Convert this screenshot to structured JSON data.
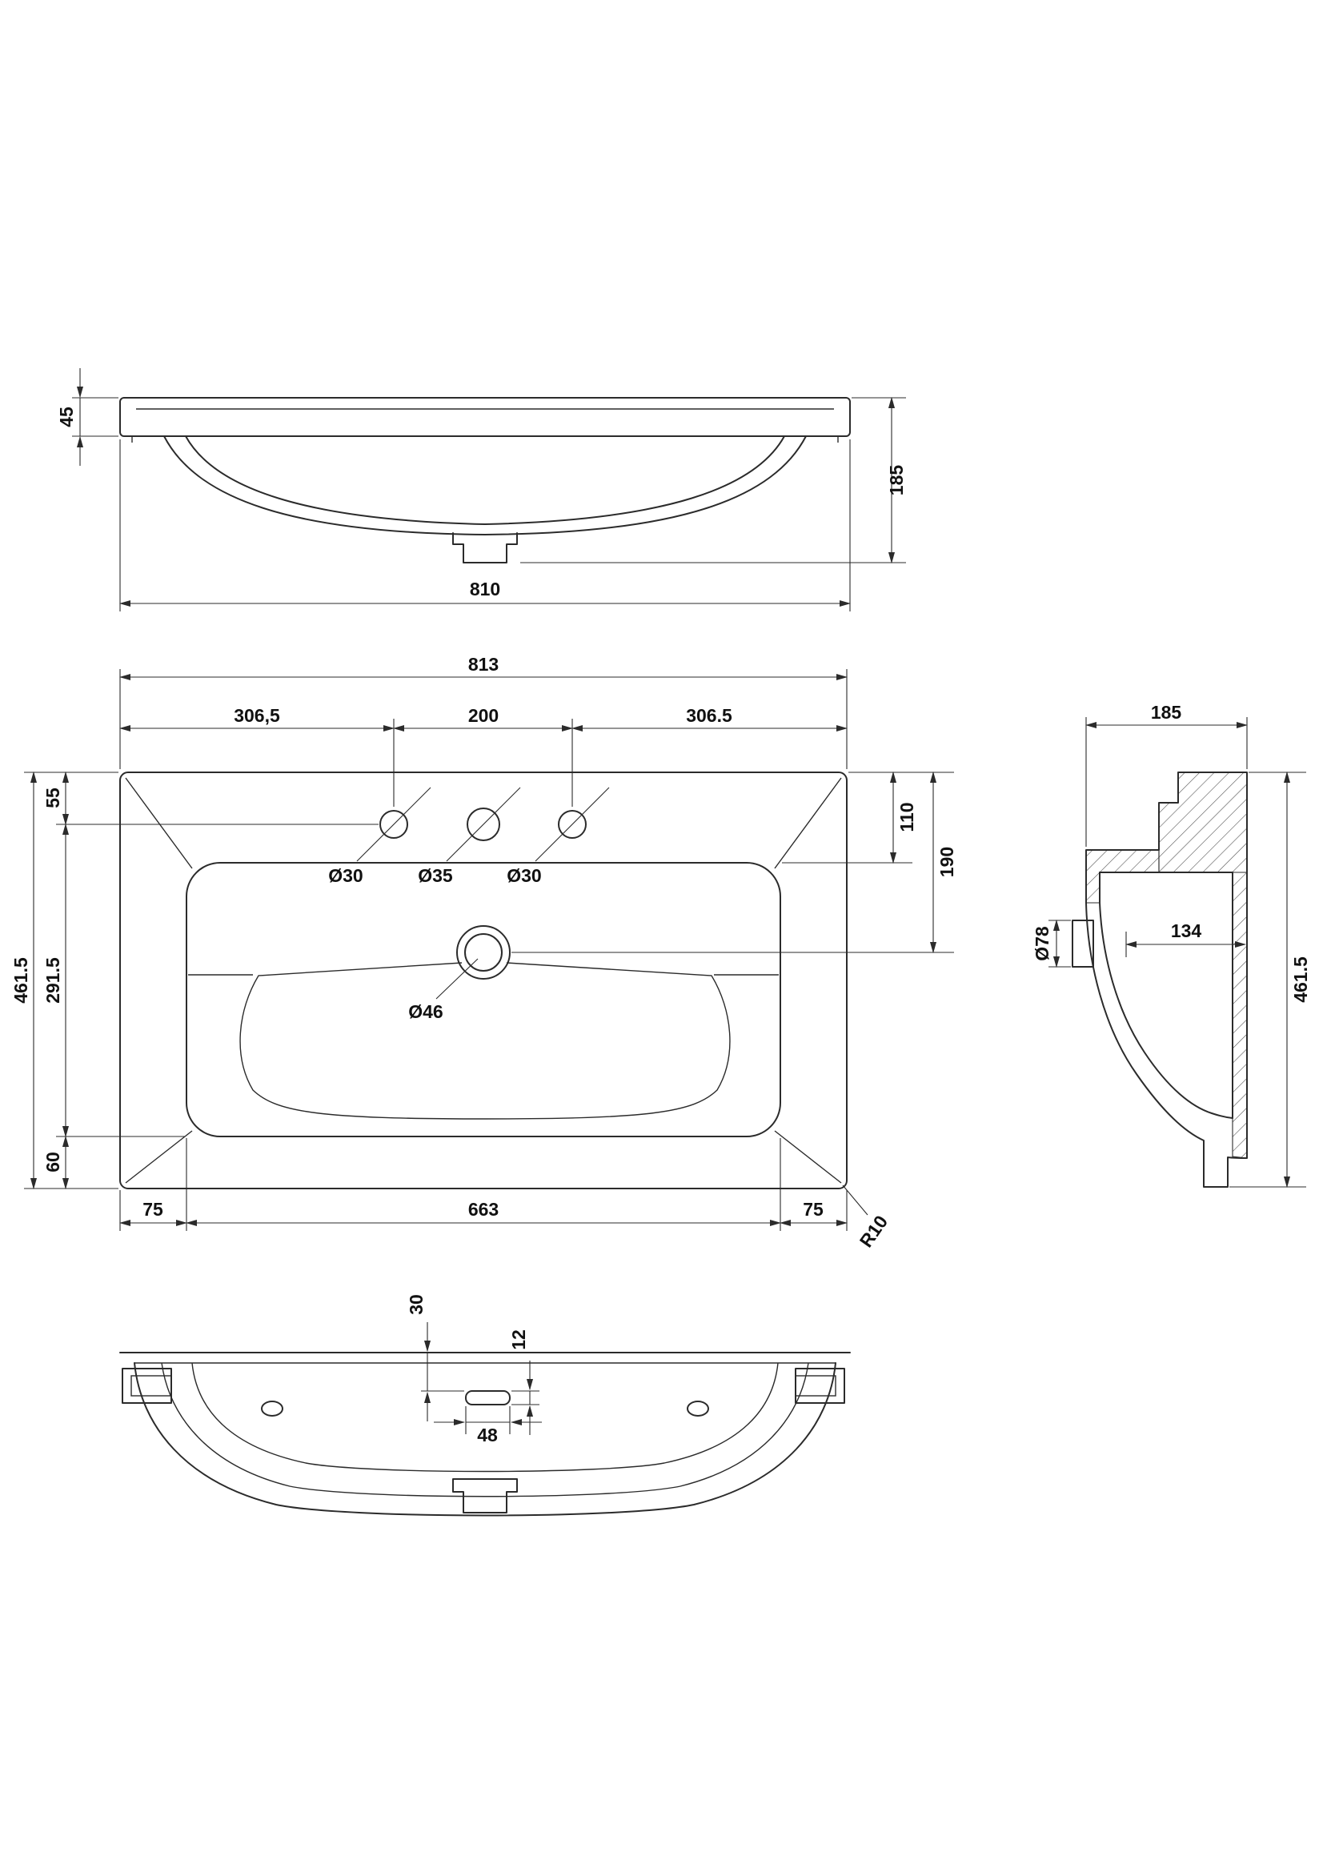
{
  "page": {
    "background": "#ffffff",
    "line_color": "#2b2b2b"
  },
  "views": {
    "front": {
      "label": "front-elevation",
      "dims": {
        "rim_height": "45",
        "overall_height": "185",
        "overall_width": "810"
      }
    },
    "plan": {
      "label": "plan-view",
      "dims": {
        "overall_width": "813",
        "tap_left_span": "306,5",
        "tap_center_span": "200",
        "tap_right_span": "306.5",
        "edge_to_taps": "55",
        "overall_depth": "461.5",
        "taps_to_bowl_bottom": "291.5",
        "bowl_to_edge": "60",
        "edge_to_bowl_top": "110",
        "edge_to_drain": "190",
        "left_margin": "75",
        "bowl_width": "663",
        "right_margin": "75",
        "corner_radius": "R10",
        "tap_hole_left": "Ø30",
        "tap_hole_center": "Ø35",
        "tap_hole_right": "Ø30",
        "drain_hole": "Ø46"
      }
    },
    "side": {
      "label": "side-section",
      "dims": {
        "overall_depth": "185",
        "drain_diameter": "Ø78",
        "bowl_inner_depth": "134",
        "overall_height": "461.5"
      }
    },
    "bottom": {
      "label": "bottom-view",
      "dims": {
        "slot_offset": "30",
        "slot_height": "12",
        "slot_width": "48"
      }
    }
  }
}
